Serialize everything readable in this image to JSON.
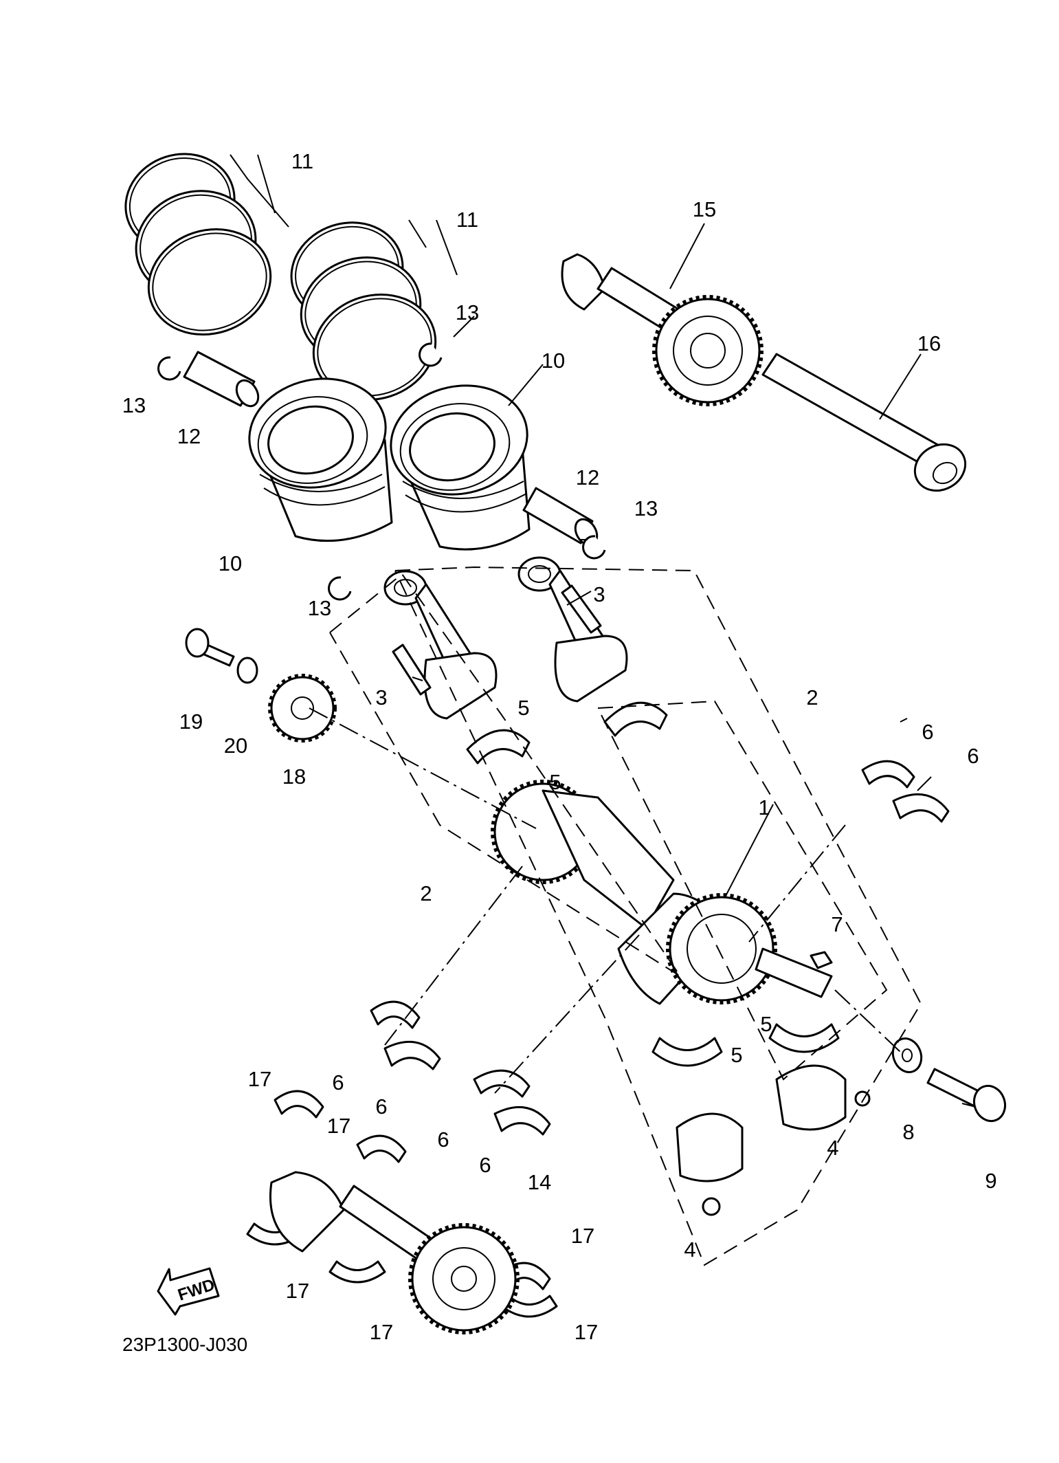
{
  "diagram": {
    "code": "23P1300-J030",
    "fwd_label": "FWD",
    "callouts": {
      "c1": "1",
      "c2a": "2",
      "c2b": "2",
      "c3a": "3",
      "c3b": "3",
      "c4a": "4",
      "c4b": "4",
      "c5a": "5",
      "c5b": "5",
      "c5c": "5",
      "c5d": "5",
      "c6a": "6",
      "c6b": "6",
      "c6c": "6",
      "c6d": "6",
      "c6e": "6",
      "c6f": "6",
      "c7": "7",
      "c8": "8",
      "c9": "9",
      "c10a": "10",
      "c10b": "10",
      "c11a": "11",
      "c11b": "11",
      "c12a": "12",
      "c12b": "12",
      "c13a": "13",
      "c13b": "13",
      "c13c": "13",
      "c13d": "13",
      "c14": "14",
      "c15": "15",
      "c16": "16",
      "c17a": "17",
      "c17b": "17",
      "c17c": "17",
      "c17d": "17",
      "c17e": "17",
      "c17f": "17",
      "c18": "18",
      "c19": "19",
      "c20": "20"
    }
  }
}
